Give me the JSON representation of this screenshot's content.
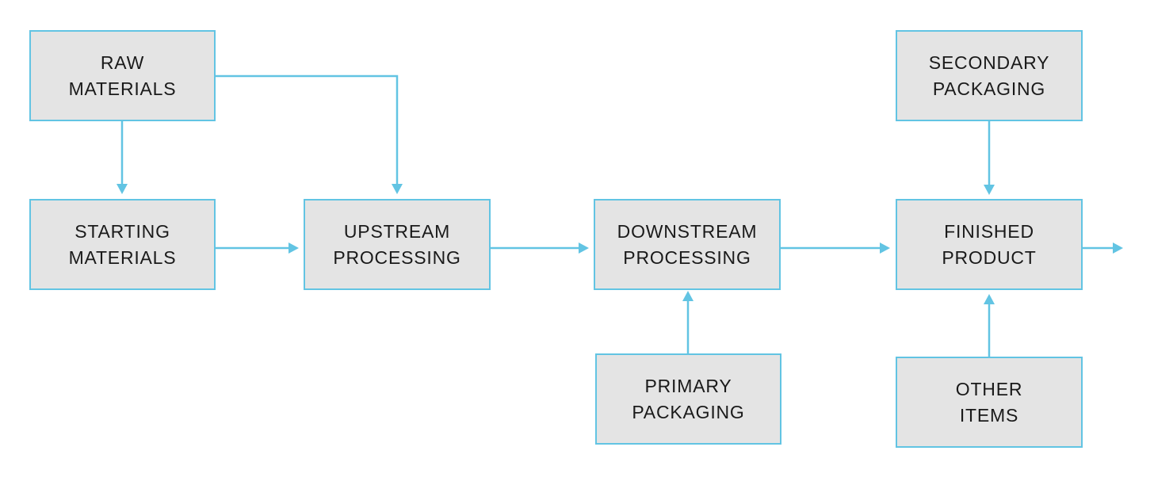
{
  "diagram": {
    "colors": {
      "node_fill": "#e4e4e4",
      "node_border": "#62c4e3",
      "connector": "#62c4e3",
      "text": "#1a1a1a"
    },
    "nodes": {
      "raw_materials": {
        "line1": "RAW",
        "line2": "MATERIALS"
      },
      "starting_materials": {
        "line1": "STARTING",
        "line2": "MATERIALS"
      },
      "upstream_processing": {
        "line1": "UPSTREAM",
        "line2": "PROCESSING"
      },
      "downstream_processing": {
        "line1": "DOWNSTREAM",
        "line2": "PROCESSING"
      },
      "primary_packaging": {
        "line1": "PRIMARY",
        "line2": "PACKAGING"
      },
      "secondary_packaging": {
        "line1": "SECONDARY",
        "line2": "PACKAGING"
      },
      "finished_product": {
        "line1": "FINISHED",
        "line2": "PRODUCT"
      },
      "other_items": {
        "line1": "OTHER",
        "line2": "ITEMS"
      }
    },
    "edges": [
      {
        "from": "raw_materials",
        "to": "starting_materials"
      },
      {
        "from": "raw_materials",
        "to": "upstream_processing"
      },
      {
        "from": "starting_materials",
        "to": "upstream_processing"
      },
      {
        "from": "upstream_processing",
        "to": "downstream_processing"
      },
      {
        "from": "primary_packaging",
        "to": "downstream_processing"
      },
      {
        "from": "downstream_processing",
        "to": "finished_product"
      },
      {
        "from": "secondary_packaging",
        "to": "finished_product"
      },
      {
        "from": "other_items",
        "to": "finished_product"
      },
      {
        "from": "finished_product",
        "to": ""
      }
    ]
  }
}
